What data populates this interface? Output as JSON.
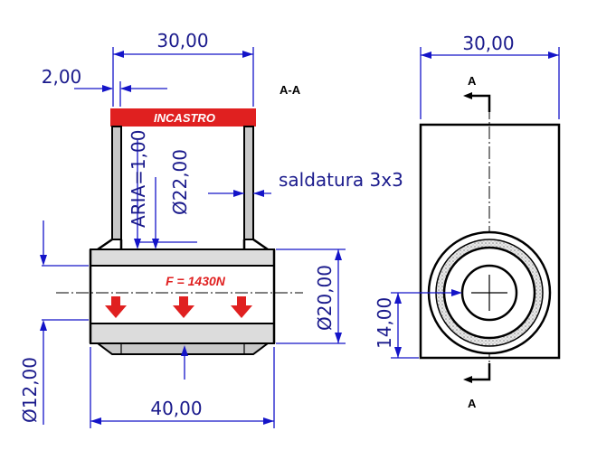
{
  "section_view": {
    "width_label": "30,00",
    "wall_label": "2,00",
    "clamp_label": "INCASTRO",
    "air_label": "ARIA=1,00",
    "inner_diameter_label": "Ø22,00",
    "weld_label": "saldatura 3x3",
    "force_label": "F = 1430N",
    "height_label": "Ø20,00",
    "bottom_width_label": "40,00",
    "pin_diameter_label": "Ø12,00"
  },
  "side_view": {
    "section_title": "A-A",
    "width_label": "30,00",
    "cut_marker_top": "A",
    "cut_marker_bottom": "A",
    "offset_label": "14,00"
  },
  "colors": {
    "dimension": "#1414c8",
    "clamp_band": "#e02020",
    "force_arrow": "#e02020",
    "body_fill": "#c8c8c8"
  }
}
